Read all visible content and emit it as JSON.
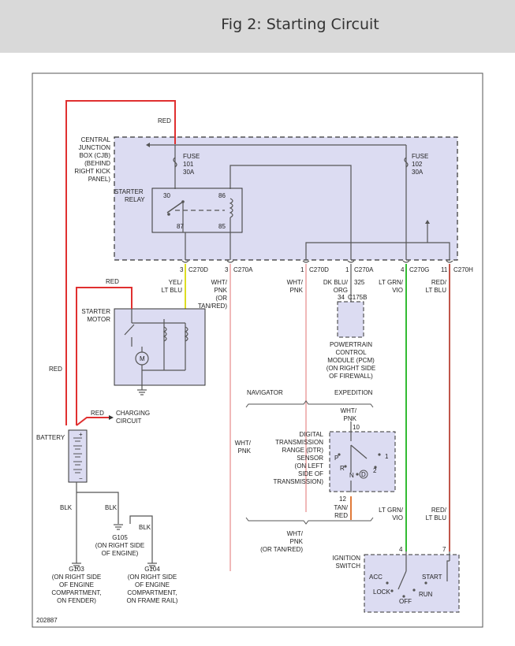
{
  "header": {
    "title": "Fig 2: Starting Circuit"
  },
  "colors": {
    "red": "#e03030",
    "green": "#33bb33",
    "yellow": "#dddd22",
    "pink": "#f0b8b8",
    "orange": "#e07a3a",
    "box_fill": "#dcdcf2",
    "wire": "#555555"
  },
  "diagram": {
    "cjb": {
      "lines": [
        "CENTRAL",
        "JUNCTION",
        "BOX (CJB)",
        "(BEHIND",
        "RIGHT KICK",
        "PANEL)"
      ]
    },
    "fuse101": {
      "lines": [
        "FUSE",
        "101",
        "30A"
      ]
    },
    "fuse102": {
      "lines": [
        "FUSE",
        "102",
        "30A"
      ]
    },
    "relay": {
      "lines": [
        "STARTER",
        "RELAY"
      ],
      "pins": [
        "30",
        "86",
        "87",
        "85"
      ]
    },
    "red_top": "RED",
    "connectors": {
      "c270d_a": {
        "pin": "3",
        "name": "C270D"
      },
      "c270a_a": {
        "pin": "3",
        "name": "C270A"
      },
      "c270d_b": {
        "pin": "1",
        "name": "C270D"
      },
      "c270a_b": {
        "pin": "1",
        "name": "C270A"
      },
      "c270g": {
        "pin": "4",
        "name": "C270G"
      },
      "c270h": {
        "pin": "11",
        "name": "C270H"
      }
    },
    "wire_labels": {
      "yel": [
        "YEL/",
        "LT BLU"
      ],
      "wht_a": [
        "WHT/",
        "PNK",
        "(OR",
        "TAN/RED)"
      ],
      "wht_b": [
        "WHT/",
        "PNK"
      ],
      "dkblu": [
        "DK BLU/",
        "ORG"
      ],
      "dkblu_num": "325",
      "ltgrn": [
        "LT GRN/",
        "VIO"
      ],
      "redlt": [
        "RED/",
        "LT BLU"
      ],
      "red_motor": "RED",
      "red_left": "RED",
      "red_charge": "RED",
      "wht_left": [
        "WHT/",
        "PNK"
      ],
      "wht_top_dtr": [
        "WHT/",
        "PNK"
      ],
      "tan": [
        "TAN/",
        "RED"
      ],
      "wht_bottom": [
        "WHT/",
        "PNK",
        "(OR TAN/RED)"
      ],
      "ltgrn_bottom": [
        "LT GRN/",
        "VIO"
      ],
      "redlt_bottom": [
        "RED/",
        "LT BLU"
      ],
      "blk1": "BLK",
      "blk2": "BLK",
      "blk3": "BLK"
    },
    "pcm": {
      "pin": "34",
      "connector": "C175B",
      "lines": [
        "POWERTRAIN",
        "CONTROL",
        "MODULE (PCM)",
        "(ON RIGHT SIDE",
        "OF FIREWALL)"
      ]
    },
    "starter_motor": {
      "lines": [
        "STARTER",
        "MOTOR"
      ],
      "motor_symbol": "M"
    },
    "charging": {
      "lines": [
        "CHARGING",
        "CIRCUIT"
      ]
    },
    "battery": {
      "label": "BATTERY",
      "plus": "+",
      "minus": "−"
    },
    "navigator": "NAVIGATOR",
    "expedition": "EXPEDITION",
    "dtr": {
      "lines": [
        "DIGITAL",
        "TRANSMISSION",
        "RANGE (DTR)",
        "SENSOR",
        "(ON LEFT",
        "SIDE OF",
        "TRANSMISSION)"
      ],
      "pin_top": "10",
      "pin_bottom": "12",
      "positions": [
        "P",
        "R",
        "N",
        "D",
        "1",
        "2"
      ]
    },
    "g105": {
      "lines": [
        "G105",
        "(ON RIGHT SIDE",
        "OF ENGINE)"
      ]
    },
    "g103": {
      "lines": [
        "G103",
        "(ON RIGHT SIDE",
        "OF ENGINE",
        "COMPARTMENT,",
        "ON FENDER)"
      ]
    },
    "g104": {
      "lines": [
        "G104",
        "(ON RIGHT SIDE",
        "OF ENGINE",
        "COMPARTMENT,",
        "ON FRAME RAIL)"
      ]
    },
    "ignition": {
      "lines": [
        "IGNITION",
        "SWITCH"
      ],
      "pin_left": "4",
      "pin_right": "7",
      "positions": [
        "ACC",
        "LOCK",
        "OFF",
        "RUN",
        "START"
      ]
    },
    "figure_id": "202887"
  }
}
